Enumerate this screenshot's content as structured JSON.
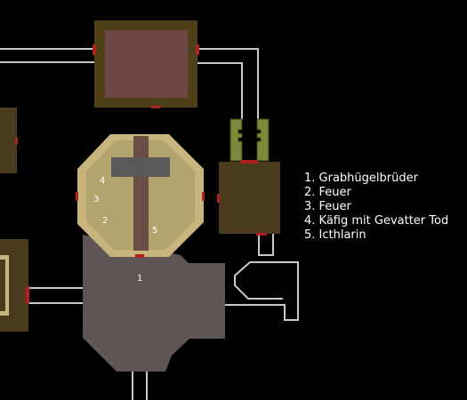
{
  "map": {
    "colors": {
      "background": "#000000",
      "path_line": "#c8c8c8",
      "room_border": "#4d3f18",
      "room_fill": "#4b3b1e",
      "room_inner_red": "#6e4745",
      "octagon_fill": "#c7b57d",
      "octagon_inner": "#b3a36d",
      "octagon_beam": "#6a4d43",
      "octagon_bar": "#595959",
      "hall_fill": "#5f5555",
      "door_marker": "#b02020",
      "pillar_fill": "#7a8a3a",
      "pillar_border": "#3a4210"
    },
    "room_numbers": [
      {
        "id": "1",
        "label": "1"
      },
      {
        "id": "2",
        "label": "2"
      },
      {
        "id": "3",
        "label": "3"
      },
      {
        "id": "4",
        "label": "4"
      },
      {
        "id": "5",
        "label": "5"
      }
    ]
  },
  "legend": {
    "items": [
      "1. Grabhügelbrüder",
      "2. Feuer",
      "3. Feuer",
      "4. Käfig mit Gevatter Tod",
      "5. Icthlarin"
    ]
  }
}
